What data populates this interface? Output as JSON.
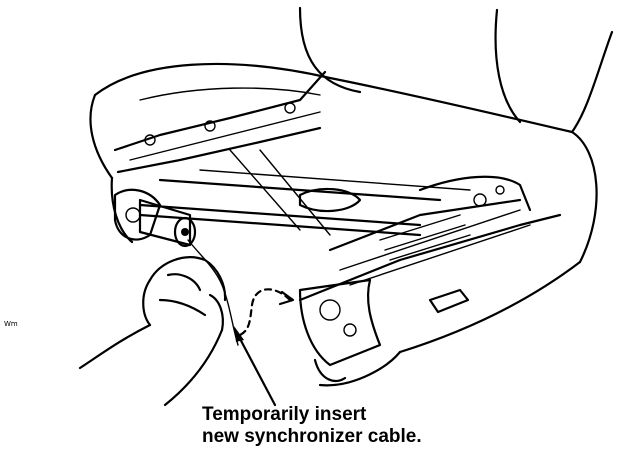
{
  "figure": {
    "caption_line1": "Temporarily insert",
    "caption_line2": "new synchronizer cable.",
    "corner_mark": "Wm"
  },
  "colors": {
    "ink": "#000000",
    "background": "#ffffff"
  }
}
